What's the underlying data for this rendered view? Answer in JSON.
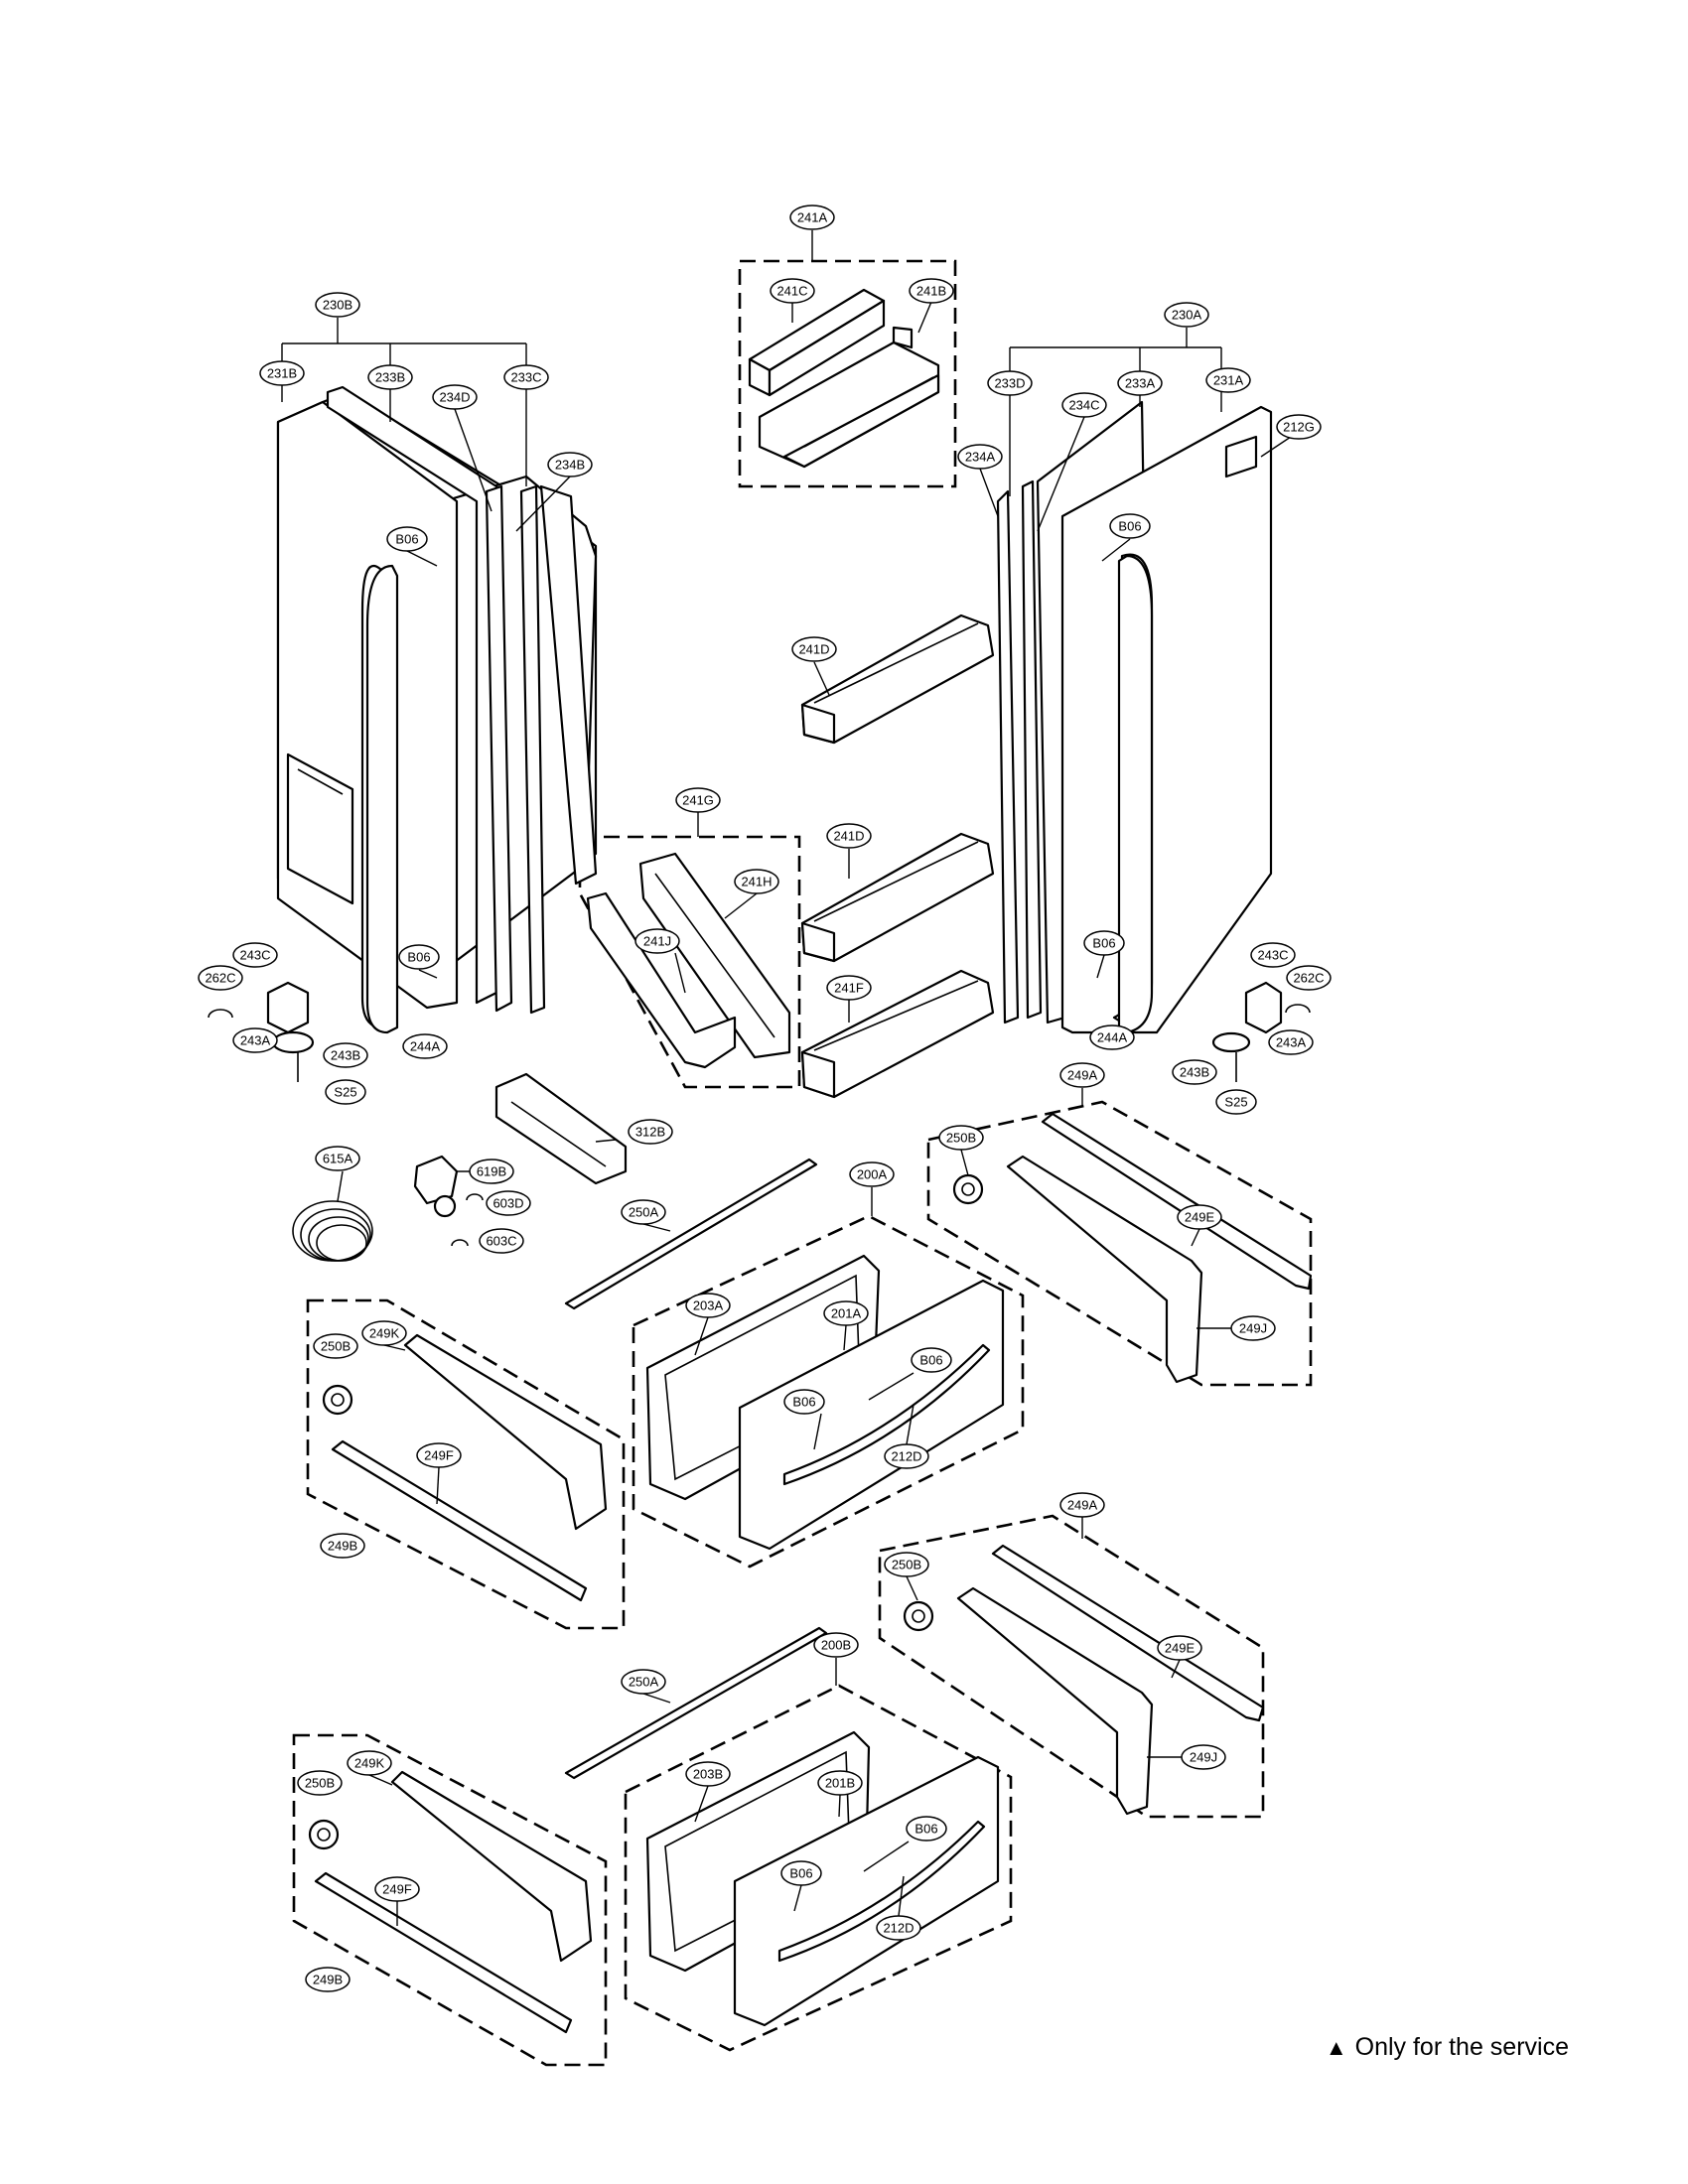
{
  "footnote": {
    "marker": "▲",
    "text": "Only for the service"
  },
  "labels": {
    "l241A": "241A",
    "l241C": "241C",
    "l241B": "241B",
    "l230B": "230B",
    "l231B": "231B",
    "l233B": "233B",
    "l234D": "234D",
    "l233C": "233C",
    "l234B": "234B",
    "l230A": "230A",
    "l233D": "233D",
    "l233A": "233A",
    "l231A": "231A",
    "l234C": "234C",
    "l212G": "212G",
    "l234A": "234A",
    "lB06_1": "B06",
    "lB06_2": "B06",
    "lB06_3": "B06",
    "lB06_4": "B06",
    "l241D_1": "241D",
    "l241D_2": "241D",
    "l241F": "241F",
    "l241G": "241G",
    "l241H": "241H",
    "l241J": "241J",
    "l243C_L": "243C",
    "l262C_L": "262C",
    "l243A_L": "243A",
    "l243B_L": "243B",
    "lS25_L": "S25",
    "l244A_L": "244A",
    "l243C_R": "243C",
    "l262C_R": "262C",
    "l243A_R": "243A",
    "l243B_R": "243B",
    "lS25_R": "S25",
    "l244A_R": "244A",
    "l312B": "312B",
    "l615A": "615A",
    "l619B": "619B",
    "l603D": "603D",
    "l603C": "603C",
    "l249A_1": "249A",
    "l250B_1": "250B",
    "l249E_1": "249E",
    "l249J_1": "249J",
    "l250A_1": "250A",
    "l200A": "200A",
    "l203A": "203A",
    "l201A": "201A",
    "lB06_5": "B06",
    "lB06_6": "B06",
    "l212D_1": "212D",
    "l250B_2": "250B",
    "l249K_1": "249K",
    "l249F_1": "249F",
    "l249B_1": "249B",
    "l249A_2": "249A",
    "l250B_3": "250B",
    "l249E_2": "249E",
    "l249J_2": "249J",
    "l250A_2": "250A",
    "l200B": "200B",
    "l203B": "203B",
    "l201B": "201B",
    "lB06_7": "B06",
    "lB06_8": "B06",
    "l212D_2": "212D",
    "l250B_4": "250B",
    "l249K_2": "249K",
    "l249F_2": "249F",
    "l249B_2": "249B"
  }
}
